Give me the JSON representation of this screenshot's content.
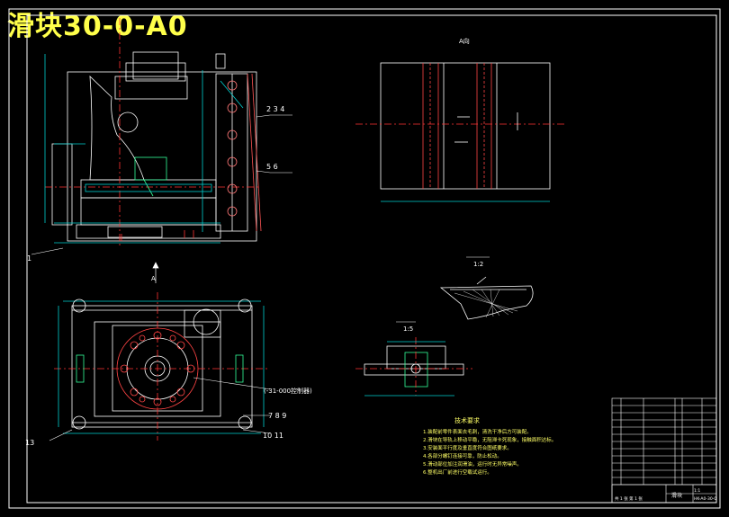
{
  "drawing": {
    "title": "滑块30-0-A0",
    "view_label": "A向",
    "section_arrow_label": "A",
    "scale_label_1": "1:2",
    "scale_label_2": "1:5",
    "part_numbers": {
      "p1": "1",
      "p234": "2 3 4",
      "p56": "5 6",
      "p789": "7 8 9",
      "p1011": "10 11",
      "p13": "13",
      "callout_note": "(-31-000控制器)"
    },
    "tech_requirements": {
      "heading": "技术要求",
      "lines": [
        "1.装配前零件表面去毛刺，清洗干净后方可装配。",
        "2.滑块在导轨上移动平稳，无阻滞卡死现象，接触面积达标。",
        "3.安装面平行度及垂直度符合图纸要求。",
        "4.各部分螺钉连接可靠，防止松动。",
        "5.滑动部位加注润滑油，运行时无异常噪声。",
        "6.整机出厂前进行空载试运行。"
      ]
    },
    "title_block": {
      "name_cell": "滑块",
      "drawing_no": "HK-A0-30-0",
      "scale": "1:1",
      "material_note": "共 1 张 第 1 张"
    }
  }
}
